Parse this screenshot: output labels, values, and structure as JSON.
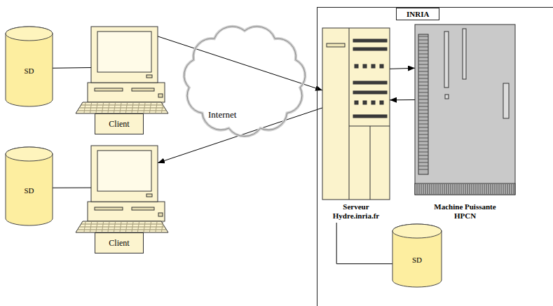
{
  "diagram": {
    "nodes": [
      {
        "text": [
          "SD"
        ]
      },
      {
        "text": [
          "Client"
        ]
      },
      {
        "text": [
          "Internet"
        ]
      },
      {
        "text": [
          "SD"
        ]
      },
      {
        "text": [
          "Client"
        ]
      },
      {
        "text": [
          "INRIA"
        ]
      },
      {
        "text": [
          "Serveur Hydre.inria.fr"
        ],
        "in": 5
      },
      {
        "text": [
          "Machine Puissante HPCN"
        ],
        "in": 5
      },
      {
        "text": [
          "SD"
        ],
        "in": 5
      }
    ],
    "edges": [
      {
        "from": 0,
        "to": 1,
        "arrow": "none"
      },
      {
        "from": 1,
        "to": 6,
        "arrow": "to"
      },
      {
        "from": 6,
        "to": 4,
        "arrow": "to"
      },
      {
        "from": 6,
        "to": 7,
        "arrow": "to"
      },
      {
        "from": 7,
        "to": 6,
        "arrow": "to"
      },
      {
        "from": 3,
        "to": 4,
        "arrow": "none"
      },
      {
        "from": 6,
        "to": 8,
        "arrow": "none"
      }
    ]
  }
}
